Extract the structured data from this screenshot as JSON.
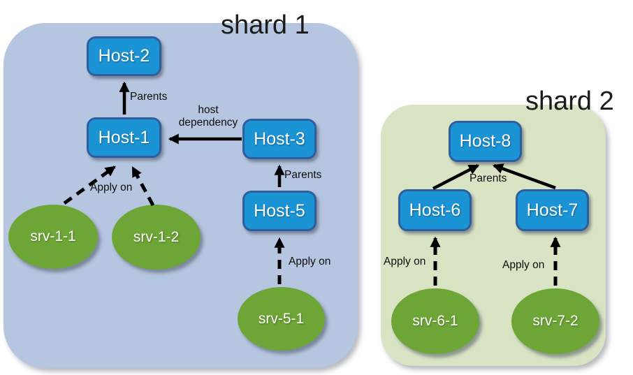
{
  "colors": {
    "shard1_bg": "#b6c6e0",
    "shard2_bg": "#d8e4c4",
    "host_fill": "#1b94d6",
    "host_border": "#2e5e9d",
    "service_fill": "#6da636",
    "arrow": "#000000"
  },
  "shard1": {
    "title": "shard 1",
    "nodes": {
      "host2": "Host-2",
      "host1": "Host-1",
      "host3": "Host-3",
      "host5": "Host-5",
      "srv11": "srv-1-1",
      "srv12": "srv-1-2",
      "srv51": "srv-5-1"
    },
    "edge_labels": {
      "host1_host2": "Parents",
      "host3_host1": "host dependency",
      "host5_host3": "Parents",
      "srv_host1": "Apply on",
      "srv51_host5": "Apply on"
    }
  },
  "shard2": {
    "title": "shard 2",
    "nodes": {
      "host8": "Host-8",
      "host6": "Host-6",
      "host7": "Host-7",
      "srv61": "srv-6-1",
      "srv72": "srv-7-2"
    },
    "edge_labels": {
      "hosts_host8": "Parents",
      "srv61_host6": "Apply on",
      "srv72_host7": "Apply on"
    }
  }
}
